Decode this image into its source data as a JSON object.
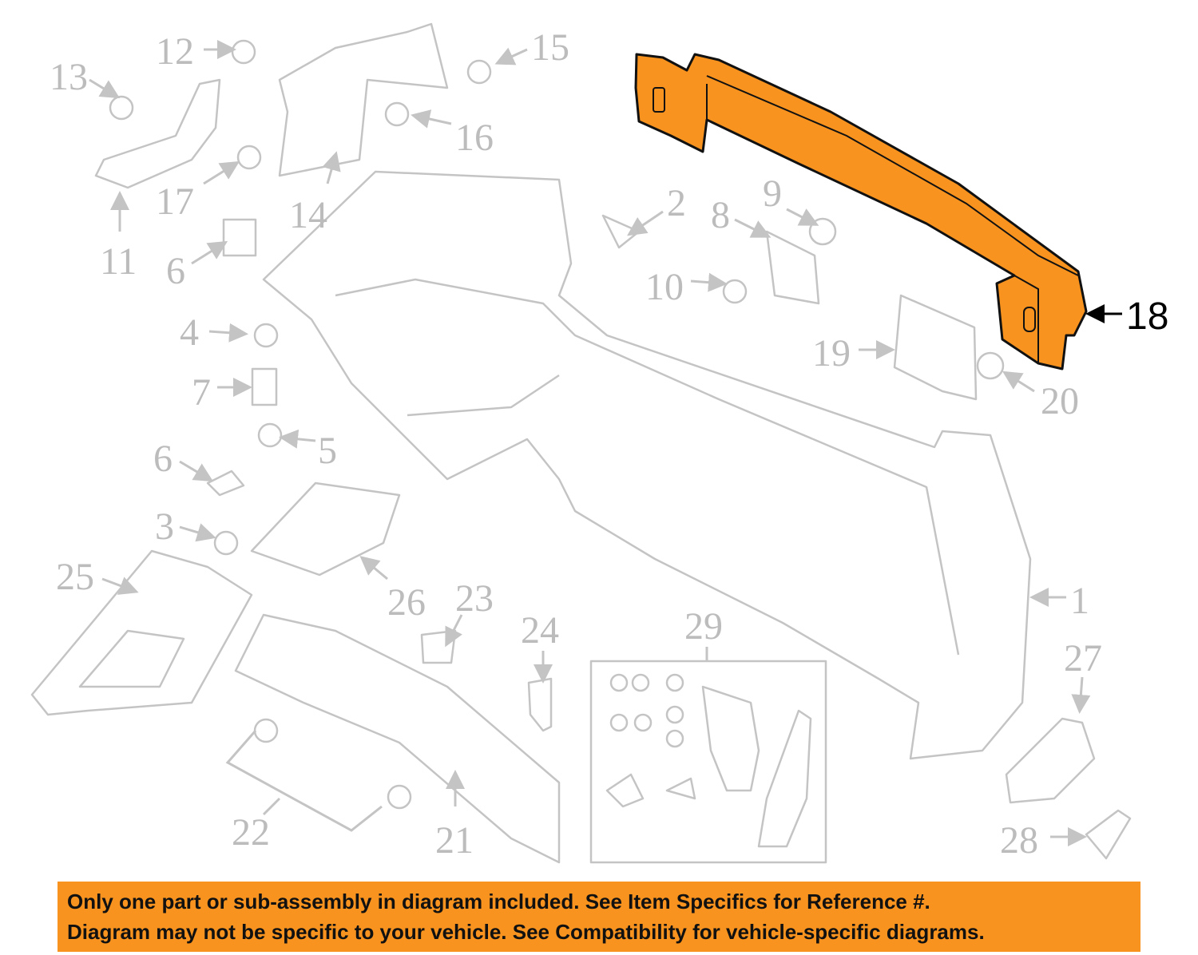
{
  "highlight_color": "#f7931e",
  "highlighted_part": "18",
  "callouts": [
    "13",
    "12",
    "15",
    "16",
    "17",
    "14",
    "11",
    "6",
    "2",
    "8",
    "9",
    "10",
    "19",
    "20",
    "4",
    "7",
    "5",
    "6",
    "3",
    "25",
    "26",
    "23",
    "24",
    "29",
    "1",
    "27",
    "22",
    "21",
    "28"
  ],
  "notice": {
    "line1": "Only one part or sub-assembly in diagram included. See Item Specifics for Reference #.",
    "line2": "Diagram may not be specific to your vehicle. See Compatibility for vehicle-specific diagrams."
  }
}
